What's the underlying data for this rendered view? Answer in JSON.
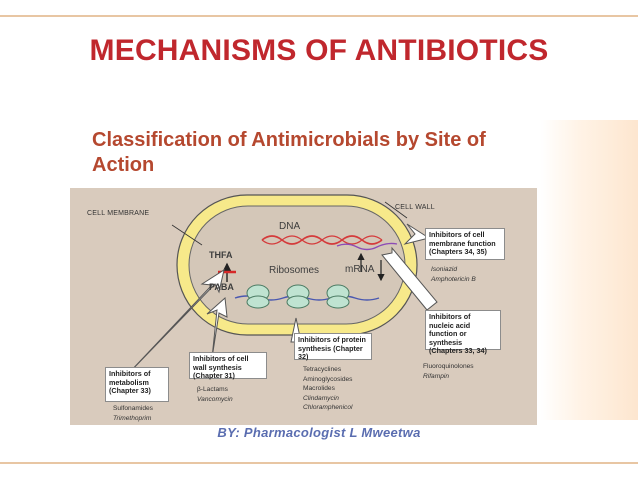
{
  "slide": {
    "title": "MECHANISMS OF ANTIBIOTICS",
    "credit": "BY: Pharmacologist L Mweetwa"
  },
  "figure": {
    "title": "Classification of Antimicrobials by Site of Action",
    "labels": {
      "cell_membrane": "CELL MEMBRANE",
      "cell_wall": "CELL WALL",
      "dna": "DNA",
      "mrna": "mRNA",
      "ribosomes": "Ribosomes",
      "thfa": "THFA",
      "paba": "PABA"
    },
    "boxes": {
      "membrane": "Inhibitors of cell membrane function (Chapters 34, 35)",
      "nucleic": "Inhibitors of nucleic acid function or synthesis (Chapters 33, 34)",
      "protein": "Inhibitors of protein synthesis (Chapter 32)",
      "wall": "Inhibitors of cell wall synthesis (Chapter 31)",
      "metabolism": "Inhibitors of metabolism (Chapter 33)"
    },
    "drugs": {
      "membrane": [
        "Isoniazid",
        "Amphotericin B"
      ],
      "nucleic": [
        "Fluoroquinolones",
        "Rifampin"
      ],
      "protein": [
        "Tetracyclines",
        "Aminoglycosides",
        "Macrolides",
        "Clindamycin",
        "Chloramphenicol"
      ],
      "wall": [
        "β-Lactams",
        "Vancomycin"
      ],
      "metabolism": [
        "Sulfonamides",
        "Trimethoprim"
      ]
    }
  }
}
